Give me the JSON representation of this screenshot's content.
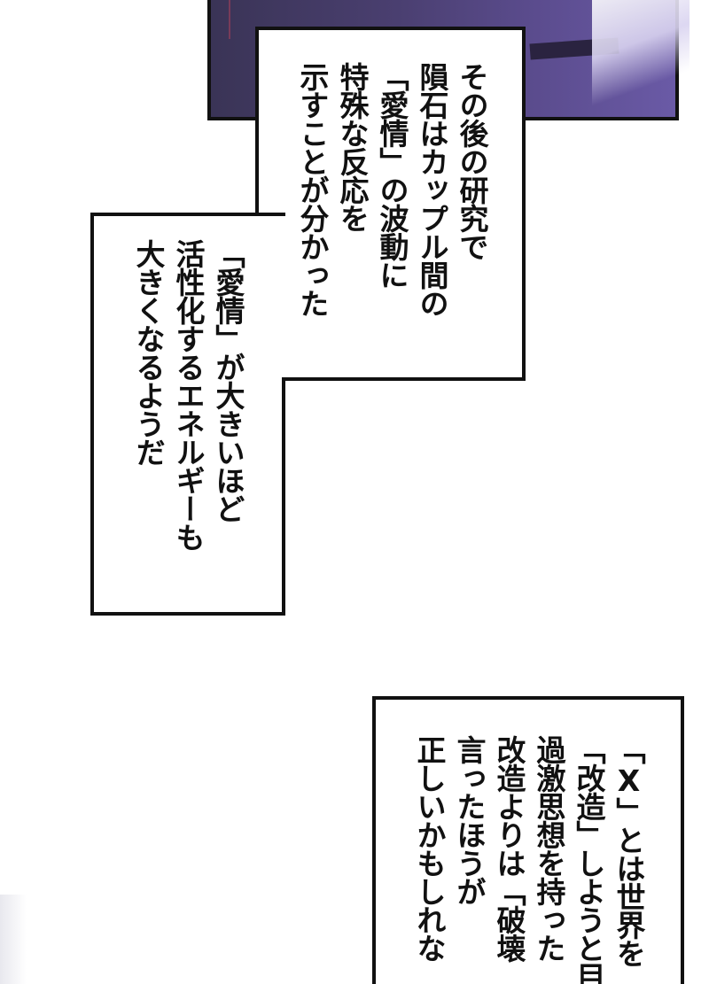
{
  "captions": {
    "first": {
      "lines": [
        "その後の研究で",
        "隕石はカップル間の",
        "「愛情」の波動に",
        "特殊な反応を",
        "示すことが分かった"
      ]
    },
    "second": {
      "lines": [
        "「愛情」が大きいほど",
        "活性化するエネルギーも",
        "大きくなるようだ"
      ]
    },
    "third": {
      "lines": [
        "「X」とは世界を",
        "「改造」しようと目",
        "過激思想を持った",
        "改造よりは「破壊",
        "言ったほうが",
        "正しいかもしれな"
      ]
    }
  }
}
